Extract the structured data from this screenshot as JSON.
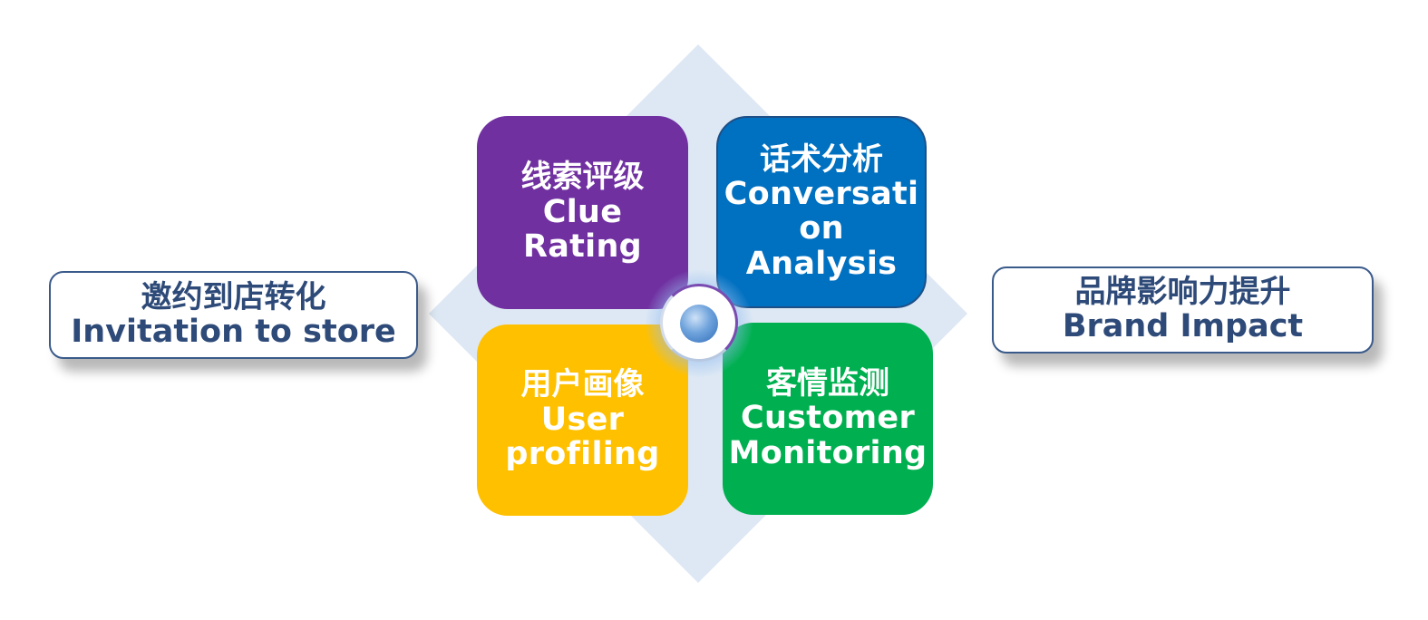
{
  "colors": {
    "purple": "#7030a0",
    "blue": "#0070c0",
    "yellow": "#ffc000",
    "green": "#00b050",
    "diamond": "#dde8f4",
    "side_text": "#2e4a78",
    "side_border": "#3a5a8a"
  },
  "tiles": {
    "top_left": {
      "cn": "线索评级",
      "en": "Clue Rating"
    },
    "top_right": {
      "cn": "话术分析",
      "en_line1": "Conversati",
      "en_line2": "on Analysis"
    },
    "bottom_left": {
      "cn": "用户画像",
      "en_line1": "User",
      "en_line2": "profiling"
    },
    "bottom_right": {
      "cn": "客情监测",
      "en_line1": "Customer",
      "en_line2": "Monitoring"
    }
  },
  "left_box": {
    "cn": "邀约到店转化",
    "en": "Invitation to store"
  },
  "right_box": {
    "cn": "品牌影响力提升",
    "en": "Brand Impact"
  }
}
